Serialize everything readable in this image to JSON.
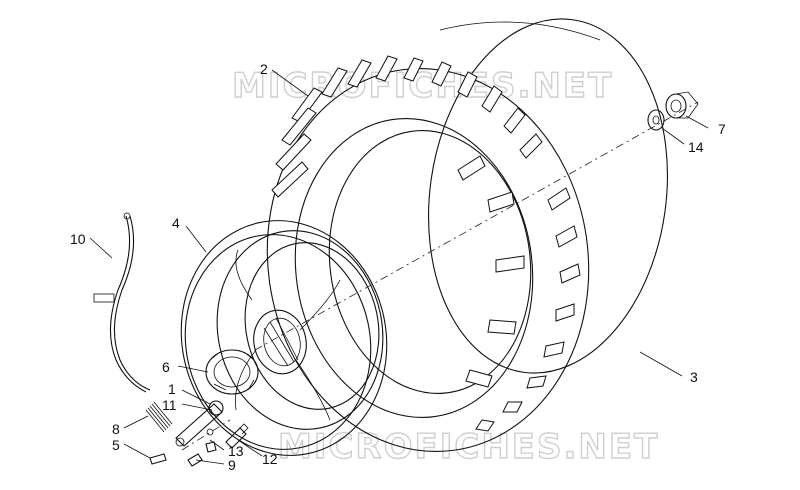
{
  "watermark": {
    "top": "MICROFICHES.NET",
    "bottom": "MICROFICHES.NET"
  },
  "callouts": [
    {
      "id": "c2",
      "label": "2"
    },
    {
      "id": "c3",
      "label": "3"
    },
    {
      "id": "c4",
      "label": "4"
    },
    {
      "id": "c7",
      "label": "7"
    },
    {
      "id": "c14",
      "label": "14"
    },
    {
      "id": "c10",
      "label": "10"
    },
    {
      "id": "c6",
      "label": "6"
    },
    {
      "id": "c1",
      "label": "1"
    },
    {
      "id": "c11",
      "label": "11"
    },
    {
      "id": "c8",
      "label": "8"
    },
    {
      "id": "c5",
      "label": "5"
    },
    {
      "id": "c13",
      "label": "13"
    },
    {
      "id": "c9",
      "label": "9"
    },
    {
      "id": "c12",
      "label": "12"
    }
  ]
}
